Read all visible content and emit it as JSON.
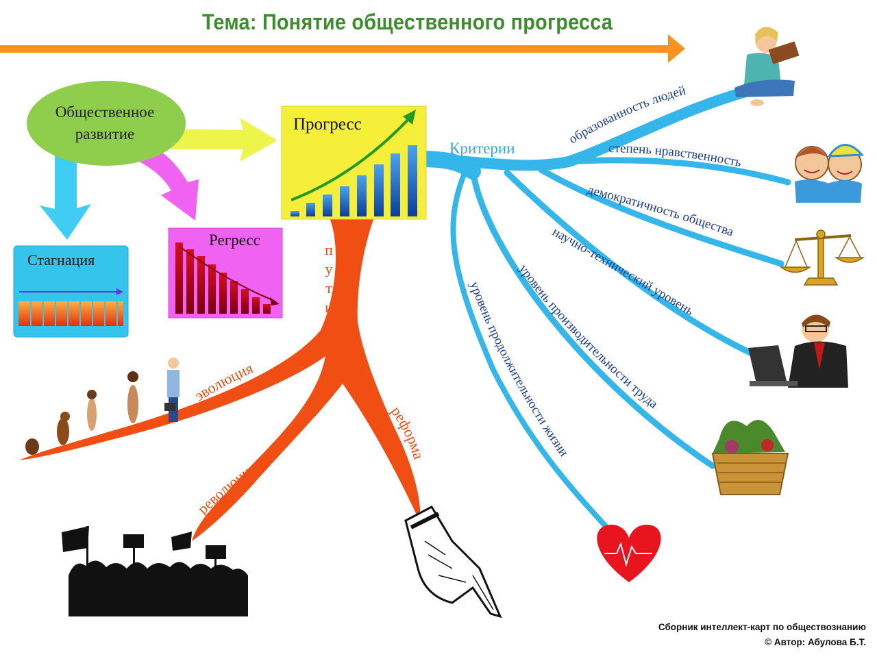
{
  "header": {
    "title": "Тема: Понятие общественного прогресса"
  },
  "nodes": {
    "root": [
      "Общественное",
      "развитие"
    ],
    "progress": "Прогресс",
    "regress": "Регресс",
    "stagnation": "Стагнация"
  },
  "paths": {
    "label": [
      "п",
      "у",
      "т",
      "и"
    ],
    "evolution": "эволюция",
    "revolution": "революция",
    "reform": "реформа"
  },
  "criteria": {
    "label": "Критерии",
    "items": [
      "образованность людей",
      "степень нравственность",
      "демократичность общества",
      "научно-технический уровень",
      "уровень производительности труда",
      "уровень продолжительности жизни"
    ]
  },
  "footer": {
    "line1": "Сборник интеллект-карт по обществознанию",
    "line2": "© Автор: Абулова Б.Т."
  },
  "colors": {
    "title": "#3c8d2c",
    "arrow_orange": "#f7931e",
    "criteria_blue": "#35b6ea",
    "paths_red": "#f04e12",
    "progress_box": "#f6ef39",
    "regress_box": "#f062f2",
    "stagnation_box": "#35c4ec",
    "ellipse": "#8fcd4c"
  },
  "icons": [
    "reading-woman-icon",
    "children-icon",
    "scales-icon",
    "computer-worker-icon",
    "vegetable-basket-icon",
    "heart-pulse-icon",
    "evolution-figures-icon",
    "protest-crowd-icon",
    "pointing-hand-icon"
  ]
}
